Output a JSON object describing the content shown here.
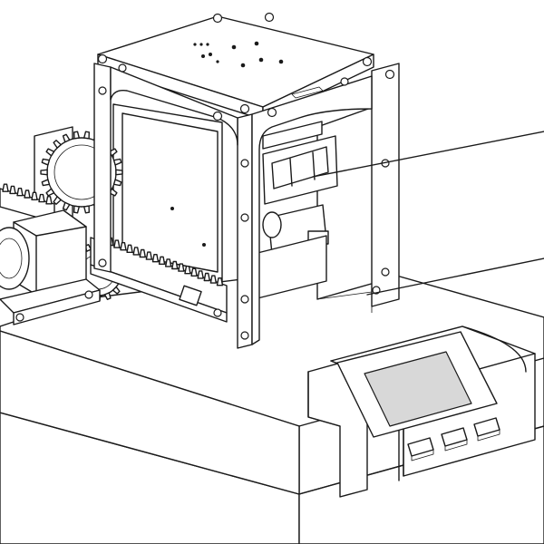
{
  "figure": {
    "kind": "line-drawing",
    "style": "monochrome isometric engineering illustration",
    "stroke_color": "#1a1a1a",
    "background_color": "#ffffff",
    "components": [
      "base-housing",
      "cube-frame",
      "top-plate",
      "gear-train",
      "rack",
      "motor",
      "clamp-assembly",
      "lcd-screen",
      "control-buttons",
      "leader-lines"
    ],
    "control_button_count": 3,
    "leader_line_count": 2
  }
}
